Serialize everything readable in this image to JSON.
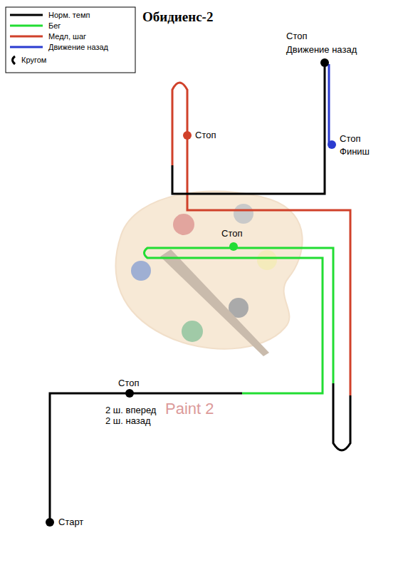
{
  "diagram": {
    "title": "Обидиенс-2",
    "labels": [
      "Старт",
      "Стоп",
      "2 ш. вперед",
      "2 ш. назад",
      "Стоп",
      "Стоп",
      "Стоп",
      "Движение назад",
      "Стоп",
      "Финиш",
      "Paint 2"
    ],
    "legend": [
      {
        "text": "Норм. темп"
      },
      {
        "text": "Бег"
      },
      {
        "text": "Медл, шаг"
      },
      {
        "text": "Движение назад"
      },
      {
        "text": "Кругом"
      }
    ]
  }
}
